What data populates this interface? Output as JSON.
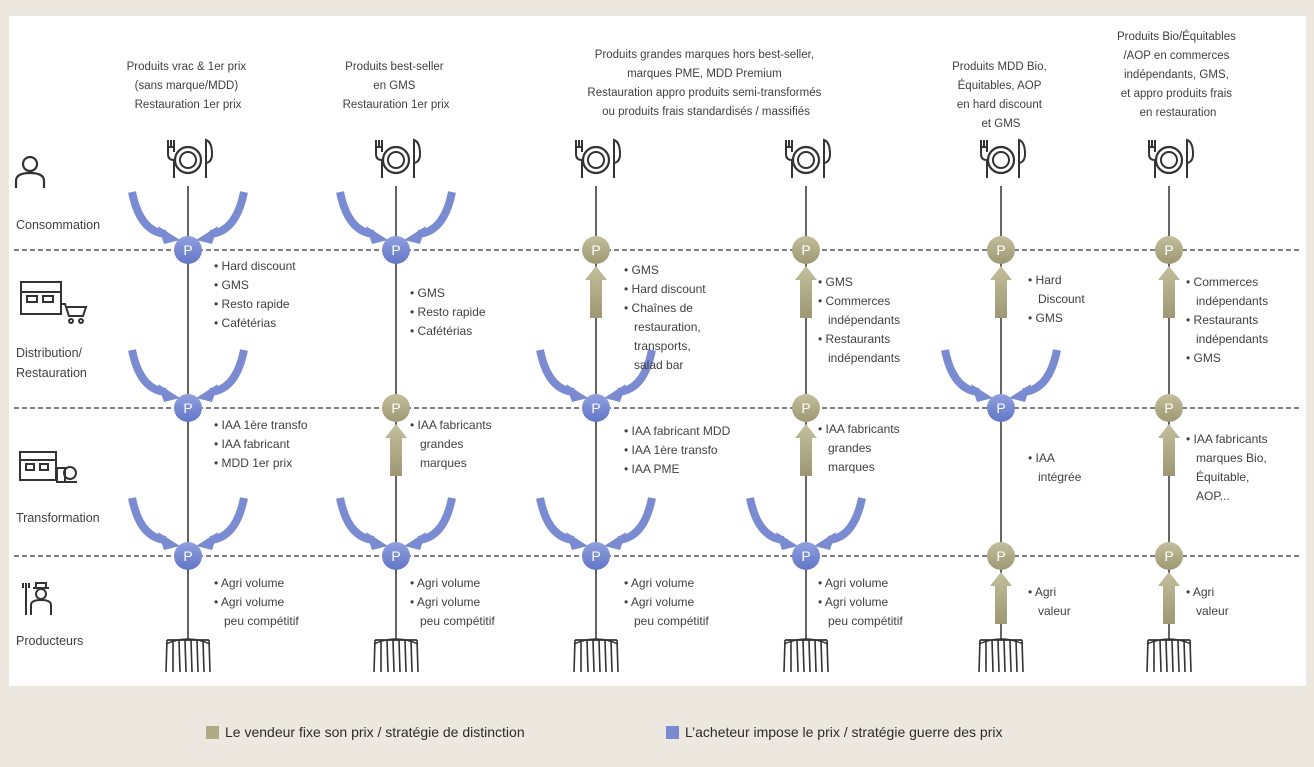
{
  "colors": {
    "seller": "#b0ab85",
    "buyer": "#7b8bd2",
    "node_seller": "#9f9b74",
    "node_buyer": "#6f82d0",
    "line": "#3f3f3f",
    "dashed": "#555555"
  },
  "stages": [
    "Consommation",
    "Distribution/",
    "Restauration",
    "Transformation",
    "Producteurs"
  ],
  "columns": [
    {
      "header": [
        "Produits vrac & 1er prix",
        "(sans marque/MDD)",
        "Restauration 1er prix"
      ],
      "levels": [
        "buyer",
        "buyer",
        "buyer"
      ],
      "distribution": [
        "• Hard discount",
        "• GMS",
        "• Resto rapide",
        "• Cafétérias"
      ],
      "transformation": [
        "• IAA 1ère transfo",
        "• IAA fabricant",
        "• MDD 1er prix"
      ],
      "producteurs": [
        "• Agri volume",
        "• Agri volume",
        "peu compétitif"
      ]
    },
    {
      "header": [
        "Produits best-seller",
        "en GMS",
        "Restauration 1er prix"
      ],
      "levels": [
        "buyer",
        "seller",
        "buyer"
      ],
      "distribution": [
        "• GMS",
        "• Resto rapide",
        "• Cafétérias"
      ],
      "transformation": [
        "• IAA fabricants",
        "grandes",
        "marques"
      ],
      "producteurs": [
        "• Agri volume",
        "• Agri volume",
        "peu compétitif"
      ]
    },
    {
      "header": [],
      "levels": [
        "seller",
        "buyer",
        "buyer"
      ],
      "distribution": [
        "• GMS",
        "• Hard discount",
        "• Chaînes de",
        "restauration,",
        "transports,",
        "salad bar"
      ],
      "transformation": [
        "• IAA fabricant MDD",
        "• IAA 1ère transfo",
        "• IAA PME"
      ],
      "producteurs": [
        "• Agri volume",
        "• Agri volume",
        "peu compétitif"
      ]
    },
    {
      "header": [],
      "levels": [
        "seller",
        "seller",
        "buyer"
      ],
      "distribution": [
        "• GMS",
        "• Commerces",
        "indépendants",
        "• Restaurants",
        "indépendants"
      ],
      "transformation": [
        "• IAA fabricants",
        "grandes",
        "marques"
      ],
      "producteurs": [
        "• Agri volume",
        "• Agri volume",
        "peu compétitif"
      ]
    },
    {
      "header": [
        "Produits MDD Bio,",
        "Équitables, AOP",
        "en hard discount",
        "et GMS"
      ],
      "levels": [
        "seller",
        "buyer",
        "seller"
      ],
      "distribution": [
        "• Hard",
        "Discount",
        "• GMS"
      ],
      "transformation": [
        "• IAA",
        "intégrée"
      ],
      "producteurs": [
        "• Agri",
        "valeur"
      ]
    },
    {
      "header": [
        "Produits Bio/Équitables",
        "/AOP en commerces",
        "indépendants, GMS,",
        "et appro produits frais",
        "en restauration"
      ],
      "levels": [
        "seller",
        "seller",
        "seller"
      ],
      "distribution": [
        "• Commerces",
        "indépendants",
        "• Restaurants",
        "indépendants",
        "• GMS"
      ],
      "transformation": [
        "• IAA fabricants",
        "marques Bio,",
        "Équitable,",
        "AOP..."
      ],
      "producteurs": [
        "• Agri",
        "valeur"
      ]
    }
  ],
  "shared_header": [
    "Produits grandes marques hors best-seller,",
    "marques PME, MDD Premium",
    "Restauration appro produits semi-transformés",
    "ou produits frais standardisés / massifiés"
  ],
  "node_label": "P",
  "legend": {
    "seller": "Le vendeur fixe son prix / stratégie de distinction",
    "buyer": "L’acheteur impose le prix / stratégie guerre des prix"
  }
}
